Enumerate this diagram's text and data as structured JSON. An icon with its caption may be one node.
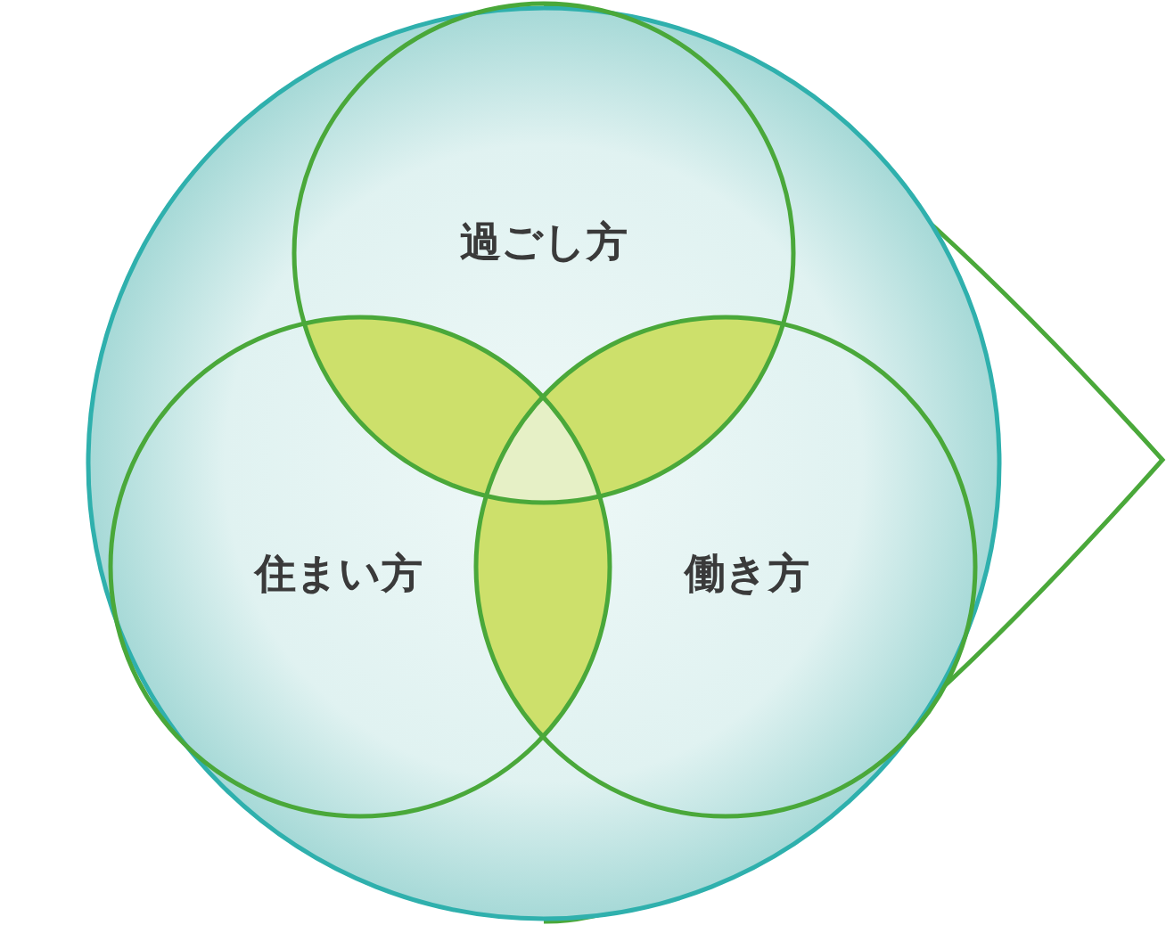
{
  "diagram": {
    "nodes": [
      {
        "text": [],
        "shape": "circle"
      },
      {
        "text": [
          "過ごし方"
        ],
        "in": 0
      },
      {
        "text": [
          "住まい方"
        ],
        "in": 0
      },
      {
        "text": [
          "働き方"
        ],
        "in": 0
      }
    ]
  }
}
